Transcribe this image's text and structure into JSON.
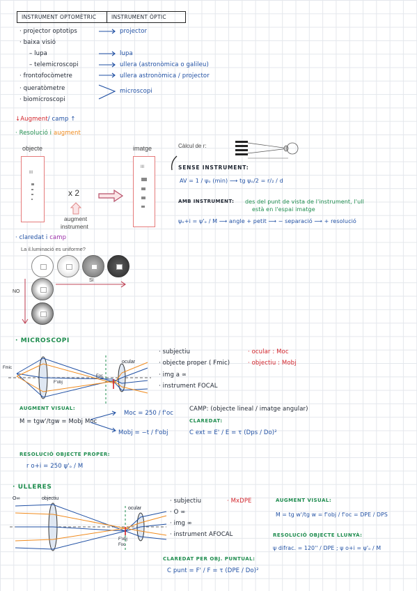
{
  "table": {
    "h1": "INSTRUMENT OPTOMÈTRIC",
    "h2": "INSTRUMENT ÒPTIC",
    "rows": [
      {
        "left": "· projector optotips",
        "right": "projector"
      },
      {
        "left": "· baixa visió",
        "right": ""
      },
      {
        "left": "– lupa",
        "right": "lupa"
      },
      {
        "left": "– telemicroscopi",
        "right": "ullera (astronòmica o galileu)"
      },
      {
        "left": "· frontofocòmetre",
        "right": "ullera astronòmica / projector"
      },
      {
        "left": "· queratòmetre",
        "right": "microscopi"
      },
      {
        "left": "· biomicroscopi",
        "right": ""
      }
    ]
  },
  "aug": {
    "a": "↓Augment",
    "b": "/ camp ↑"
  },
  "res": {
    "a": "· Resolució i",
    "b": "augment"
  },
  "figure1": {
    "objecte": "objecte",
    "imatge": "imatge",
    "x2": "x 2",
    "augment": "augment",
    "instrument": "instrument",
    "mark": "III"
  },
  "calcul": {
    "title": "Càlcul de r:",
    "sense": "SENSE INSTRUMENT:",
    "eq1": "AV = 1 / ψₒ (min)  ⟶  tg ψₒ/2 = r/₂ / d",
    "amb": "AMB INSTRUMENT:",
    "amb_note1": "des del punt de vista de l'instrument, l'ull",
    "amb_note2": "està en l'espai imatge",
    "eq2": "ψₒ+i = ψ'ₒ / M  ⟶ angle + petit ⟶ − separació ⟶ + resolució"
  },
  "claredat": {
    "a": "· claredat i",
    "b": "camp",
    "q": "La il.luminació es uniforme?",
    "si": "SI",
    "no": "NO",
    "mark": "III"
  },
  "micro": {
    "title": "· MICROSCOPI",
    "props": [
      "· subjectiu",
      "· objecte proper ( Fmic)",
      "· img a ∞",
      "· instrument FOCAL"
    ],
    "red1": "· ocular : Moc",
    "red2": "· objectiu : Mobj",
    "labels": {
      "fmic": "Fmic",
      "ocular": "ocular",
      "fobj": "F'obj",
      "foc": "Foc"
    },
    "aug_title": "AUGMENT VISUAL:",
    "aug_eq": "M = tgw'/tgw = Mobj Moc",
    "moc": "Moc = 250 / f'oc",
    "mobj": "Mobj = −t / f'obj",
    "camp": "CAMP: (objecte lineal / imatge angular)",
    "clar_title": "CLAREDAT:",
    "clar_eq": "C ext = E' / E = τ (Dps / Do)²",
    "res_title": "RESOLUCIÓ OBJECTE PROPER:",
    "res_eq": "r o+i = 250 ψ'ₒ / M"
  },
  "ulleres": {
    "title": "· ULLERES",
    "props": [
      "· subjectiu",
      "· O ∞",
      "· img ∞",
      "· instrument AFOCAL"
    ],
    "red": "· MxDPE",
    "labels": {
      "oinf": "O∞",
      "objectiu": "objectiu",
      "ocular": "ocular",
      "fobj": "F'obj",
      "foc": "Foc"
    },
    "aug_title": "AUGMENT VISUAL:",
    "aug_eq": "M = tg w'/tg w = f'obj / f'oc = DPE / DPS",
    "res_title": "RESOLUCIÓ OBJECTE LLUNYÀ:",
    "res_eq": "ψ difrac. = 120'' / DPE ;  ψ o+i = ψ'ₒ / M",
    "clar_title": "CLAREDAT PER OBJ. PUNTUAL:",
    "clar_eq": "C punt = F' / F = τ (DPE / Do)²"
  }
}
